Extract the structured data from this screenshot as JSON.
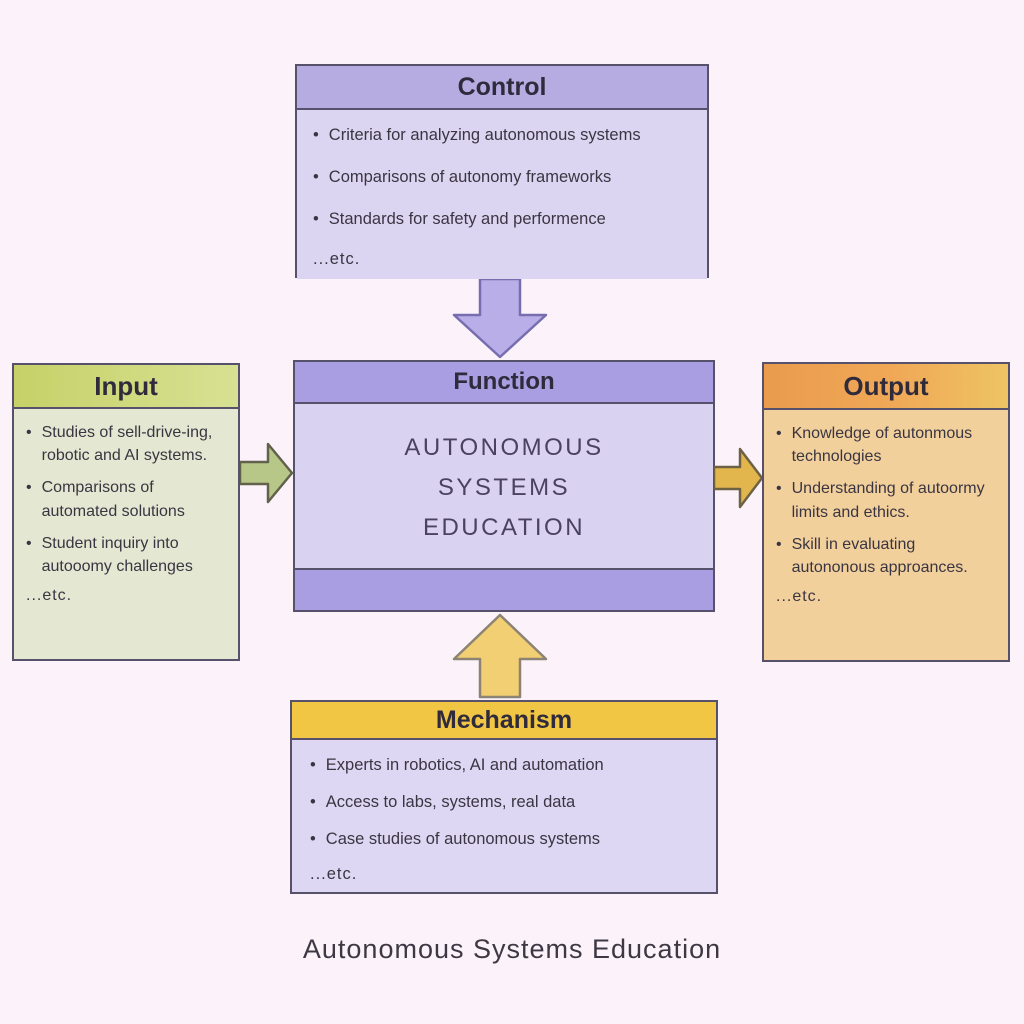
{
  "page": {
    "caption": "Autonomous Systems Education"
  },
  "palette": {
    "background": "#fcf3fa",
    "control_header": "#b6ace2",
    "control_body": "#dcd5f1",
    "function_header": "#a89ee1",
    "function_body": "#d9d2f0",
    "input_header": "#cdd677",
    "input_body": "#e4e7d1",
    "output_header": "#ec9f51",
    "output_body": "#f2d09c",
    "mechanism_header": "#f0c644",
    "mechanism_body": "#ded7f3",
    "arrow_down_fill": "#b9aee8",
    "arrow_up_fill": "#f2cf72",
    "arrow_input_fill": "#b7c787",
    "arrow_output_fill": "#e2b54d"
  },
  "boxes": {
    "control": {
      "title": "Control",
      "bullets": [
        "Criteria for analyzing autonomous systems",
        "Comparisons of autonomy frameworks",
        "Standards for safety and performence"
      ],
      "etc": "...etc."
    },
    "input": {
      "title": "Input",
      "bullets": [
        "Studies of sell-drive-ing, robotic and AI systems.",
        "Comparisons of automated solutions",
        "Student inquiry into autooomy challenges"
      ],
      "etc": "...etc."
    },
    "function": {
      "title": "Function",
      "lines": [
        "AUTONOMOUS",
        "SYSTEMS",
        "EDUCATION"
      ]
    },
    "output": {
      "title": "Output",
      "bullets": [
        "Knowledge of autonmous technologies",
        "Understanding of autoormy limits and ethics.",
        "Skill in evaluating autononous approances."
      ],
      "etc": "...etc."
    },
    "mechanism": {
      "title": "Mechanism",
      "bullets": [
        "Experts in robotics, AI and automation",
        "Access to labs, systems, real data",
        "Case studies of autonomous systems"
      ],
      "etc": "...etc."
    }
  }
}
